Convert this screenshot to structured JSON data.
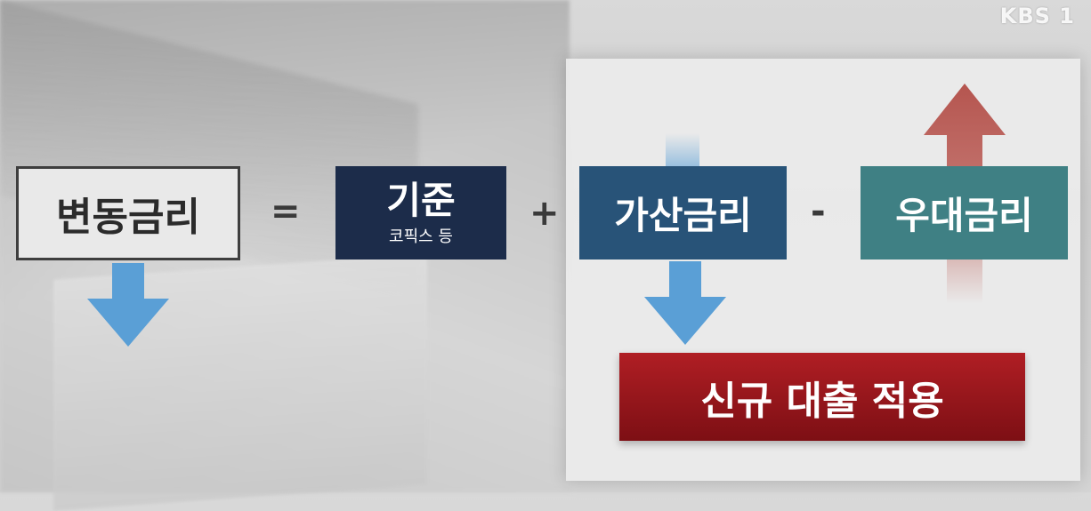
{
  "logo": "KBS 1",
  "formula": {
    "variable_rate": "변동금리",
    "equals": "=",
    "base_rate": "기준",
    "base_rate_sub": "코픽스 등",
    "plus": "+",
    "spread_rate": "가산금리",
    "minus": "-",
    "preferential_rate": "우대금리"
  },
  "result": {
    "label": "신규 대출 적용"
  },
  "colors": {
    "down_arrow": "#5a9fd6",
    "up_arrow": "#b5554f",
    "base_box": "#1c2c4a",
    "spread_box": "#285378",
    "preferential_box": "#3f8084",
    "result_box": "#a3161c"
  },
  "icons": {
    "variable_arrow": "arrow-down-icon",
    "spread_arrow": "arrow-down-icon",
    "preferential_arrow": "arrow-up-icon"
  }
}
